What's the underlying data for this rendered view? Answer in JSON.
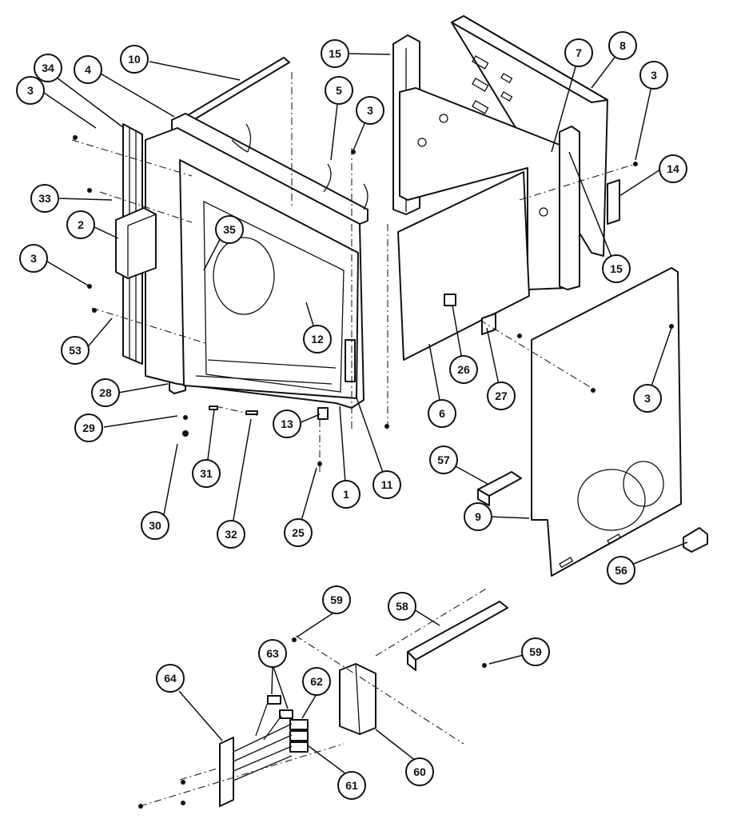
{
  "callouts": [
    {
      "id": "34",
      "label": "34"
    },
    {
      "id": "4",
      "label": "4"
    },
    {
      "id": "10",
      "label": "10"
    },
    {
      "id": "3a",
      "label": "3"
    },
    {
      "id": "33",
      "label": "33"
    },
    {
      "id": "2",
      "label": "2"
    },
    {
      "id": "3b",
      "label": "3"
    },
    {
      "id": "53",
      "label": "53"
    },
    {
      "id": "35",
      "label": "35"
    },
    {
      "id": "5",
      "label": "5"
    },
    {
      "id": "3c",
      "label": "3"
    },
    {
      "id": "15a",
      "label": "15"
    },
    {
      "id": "7",
      "label": "7"
    },
    {
      "id": "8",
      "label": "8"
    },
    {
      "id": "3d",
      "label": "3"
    },
    {
      "id": "14",
      "label": "14"
    },
    {
      "id": "15b",
      "label": "15"
    },
    {
      "id": "12",
      "label": "12"
    },
    {
      "id": "26",
      "label": "26"
    },
    {
      "id": "27",
      "label": "27"
    },
    {
      "id": "3e",
      "label": "3"
    },
    {
      "id": "28",
      "label": "28"
    },
    {
      "id": "29",
      "label": "29"
    },
    {
      "id": "13",
      "label": "13"
    },
    {
      "id": "6",
      "label": "6"
    },
    {
      "id": "30",
      "label": "30"
    },
    {
      "id": "31",
      "label": "31"
    },
    {
      "id": "32",
      "label": "32"
    },
    {
      "id": "25",
      "label": "25"
    },
    {
      "id": "1",
      "label": "1"
    },
    {
      "id": "11",
      "label": "11"
    },
    {
      "id": "57",
      "label": "57"
    },
    {
      "id": "9",
      "label": "9"
    },
    {
      "id": "56",
      "label": "56"
    },
    {
      "id": "59a",
      "label": "59"
    },
    {
      "id": "58",
      "label": "58"
    },
    {
      "id": "59b",
      "label": "59"
    },
    {
      "id": "63",
      "label": "63"
    },
    {
      "id": "64",
      "label": "64"
    },
    {
      "id": "62",
      "label": "62"
    },
    {
      "id": "60",
      "label": "60"
    },
    {
      "id": "61",
      "label": "61"
    }
  ]
}
